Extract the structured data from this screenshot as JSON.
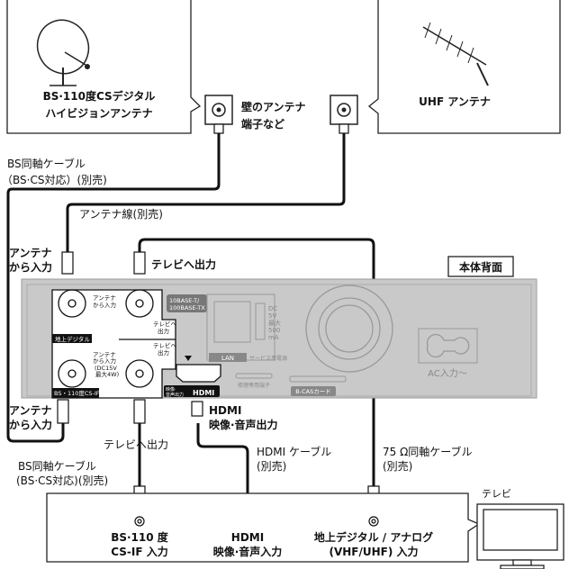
{
  "antennas": {
    "bs": {
      "line1": "BS·110度CSデジタル",
      "line2": "ハイビジョンアンテナ"
    },
    "uhf": {
      "label": "UHF アンテナ"
    },
    "wall": {
      "line1": "壁のアンテナ",
      "line2": "端子など"
    }
  },
  "cables": {
    "bs_top": {
      "line1": "BS同軸ケーブル",
      "line2": "（BS·CS対応）(別売)"
    },
    "antenna_line": "アンテナ線(別売)",
    "bs_bottom": {
      "line1": "BS同軸ケーブル",
      "line2": "(BS·CS対応)(別売)"
    },
    "hdmi": {
      "line1": "HDMI ケーブル",
      "line2": "(別売)"
    },
    "coax75": {
      "line1": "75 Ω同軸ケーブル",
      "line2": "(別売)"
    }
  },
  "labels": {
    "antenna_in_top": {
      "line1": "アンテナ",
      "line2": "から入力"
    },
    "tv_out_top": "テレビへ出力",
    "antenna_in_bottom": {
      "line1": "アンテナ",
      "line2": "から入力"
    },
    "tv_out_bottom": "テレビへ出力",
    "hdmi_out": {
      "line1": "HDMI",
      "line2": "映像·音声出力"
    }
  },
  "device": {
    "title": "本体背面",
    "panel": {
      "ant_in": {
        "line1": "アンテナ",
        "line2": "から入力"
      },
      "tv_out1": {
        "line1": "テレビへ",
        "line2": "出力"
      },
      "tv_out2": {
        "line1": "テレビへ",
        "line2": "出力"
      },
      "terrestrial": "地上デジタル",
      "ant_in_bs": {
        "line1": "アンテナ",
        "line2": "から入力",
        "line3": "(DC15V",
        "line4": "最大4W)"
      },
      "bs_tag": "BS・110度CS-IF"
    },
    "lan_spec": {
      "line1": "10BASE-T/",
      "line2": "100BASE-TX"
    },
    "lan": "LAN",
    "service_power": "サービス用電源",
    "usb_spec": {
      "line1": "DC",
      "line2": "5V",
      "line3": "最大",
      "line4": "500",
      "line5": "mA"
    },
    "hdmi_tag": {
      "line1": "映像·",
      "line2": "音声出力",
      "logo": "HDMI"
    },
    "repair": "修理専用端子",
    "bcas": "B-CASカード",
    "ac": "AC入力～"
  },
  "tv": {
    "title": "テレビ",
    "inputs": [
      {
        "line1": "BS·110 度",
        "line2": "CS-IF 入力"
      },
      {
        "line1": "HDMI",
        "line2": "映像·音声入力"
      },
      {
        "line1": "地上デジタル / アナログ",
        "line2": "(VHF/UHF) 入力"
      }
    ]
  }
}
